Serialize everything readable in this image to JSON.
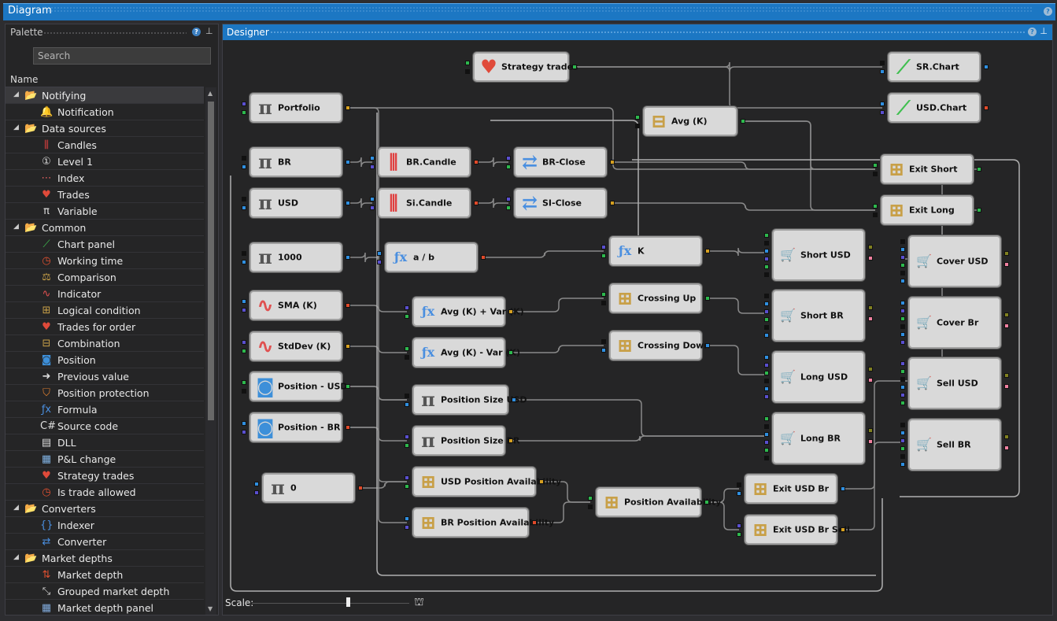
{
  "window": {
    "title": "Diagram"
  },
  "palette": {
    "title": "Palette",
    "search_placeholder": "Search",
    "column_header": "Name",
    "rows": [
      {
        "kind": "cat",
        "label": "Notifying",
        "icon": "folder-icon",
        "sel": true
      },
      {
        "kind": "item",
        "label": "Notification",
        "icon": "bell-icon"
      },
      {
        "kind": "cat",
        "label": "Data sources",
        "icon": "folder-icon"
      },
      {
        "kind": "item",
        "label": "Candles",
        "icon": "candles-icon"
      },
      {
        "kind": "item",
        "label": "Level 1",
        "icon": "level1-icon"
      },
      {
        "kind": "item",
        "label": "Index",
        "icon": "index-icon"
      },
      {
        "kind": "item",
        "label": "Trades",
        "icon": "trades-icon"
      },
      {
        "kind": "item",
        "label": "Variable",
        "icon": "pi-icon"
      },
      {
        "kind": "cat",
        "label": "Common",
        "icon": "folder-icon"
      },
      {
        "kind": "item",
        "label": "Chart panel",
        "icon": "chart-icon"
      },
      {
        "kind": "item",
        "label": "Working time",
        "icon": "clock-icon"
      },
      {
        "kind": "item",
        "label": "Comparison",
        "icon": "comparison-icon"
      },
      {
        "kind": "item",
        "label": "Indicator",
        "icon": "indicator-icon"
      },
      {
        "kind": "item",
        "label": "Logical condition",
        "icon": "logic-icon"
      },
      {
        "kind": "item",
        "label": "Trades for order",
        "icon": "trades-icon"
      },
      {
        "kind": "item",
        "label": "Combination",
        "icon": "combination-icon"
      },
      {
        "kind": "item",
        "label": "Position",
        "icon": "position-icon"
      },
      {
        "kind": "item",
        "label": "Previous value",
        "icon": "back-arrow-icon"
      },
      {
        "kind": "item",
        "label": "Position protection",
        "icon": "shield-icon"
      },
      {
        "kind": "item",
        "label": "Formula",
        "icon": "formula-icon"
      },
      {
        "kind": "item",
        "label": "Source code",
        "icon": "csharp-icon"
      },
      {
        "kind": "item",
        "label": "DLL",
        "icon": "dll-icon"
      },
      {
        "kind": "item",
        "label": "P&L change",
        "icon": "pnl-icon"
      },
      {
        "kind": "item",
        "label": "Strategy trades",
        "icon": "trades-icon"
      },
      {
        "kind": "item",
        "label": "Is trade allowed",
        "icon": "clock-icon"
      },
      {
        "kind": "cat",
        "label": "Converters",
        "icon": "folder-icon"
      },
      {
        "kind": "item",
        "label": "Indexer",
        "icon": "braces-icon"
      },
      {
        "kind": "item",
        "label": "Converter",
        "icon": "converter-icon"
      },
      {
        "kind": "cat",
        "label": "Market depths",
        "icon": "folder-icon"
      },
      {
        "kind": "item",
        "label": "Market depth",
        "icon": "updown-arrows-icon"
      },
      {
        "kind": "item",
        "label": "Grouped market depth",
        "icon": "collapse-icon"
      },
      {
        "kind": "item",
        "label": "Market depth panel",
        "icon": "grid-icon"
      }
    ]
  },
  "designer": {
    "title": "Designer",
    "scale_label": "Scale:",
    "scale_level": 0.6
  },
  "nodes": [
    {
      "id": "strategy-trades",
      "label": "Strategy trades",
      "icon": "trades-icon"
    },
    {
      "id": "sr-chart",
      "label": "SR.Chart",
      "icon": "chart-icon"
    },
    {
      "id": "usd-chart",
      "label": "USD.Chart",
      "icon": "chart-icon"
    },
    {
      "id": "portfolio",
      "label": "Portfolio",
      "icon": "pi-icon"
    },
    {
      "id": "avg-k",
      "label": "Avg (K)",
      "icon": "combination-icon"
    },
    {
      "id": "br",
      "label": "BR",
      "icon": "pi-icon"
    },
    {
      "id": "br-candle",
      "label": "BR.Candle",
      "icon": "candles-icon"
    },
    {
      "id": "br-close",
      "label": "BR-Close",
      "icon": "converter-icon"
    },
    {
      "id": "exit-short",
      "label": "Exit Short",
      "icon": "logic-icon"
    },
    {
      "id": "usd",
      "label": "USD",
      "icon": "pi-icon"
    },
    {
      "id": "si-candle",
      "label": "Si.Candle",
      "icon": "candles-icon"
    },
    {
      "id": "si-close",
      "label": "SI-Close",
      "icon": "converter-icon"
    },
    {
      "id": "exit-long",
      "label": "Exit Long",
      "icon": "logic-icon"
    },
    {
      "id": "n1000",
      "label": "1000",
      "icon": "pi-icon"
    },
    {
      "id": "a-b",
      "label": "a / b",
      "icon": "formula-icon"
    },
    {
      "id": "k",
      "label": "K",
      "icon": "formula-icon"
    },
    {
      "id": "short-usd",
      "label": "Short USD",
      "icon": "cart-icon"
    },
    {
      "id": "cover-usd",
      "label": "Cover USD",
      "icon": "cart-icon"
    },
    {
      "id": "sma-k",
      "label": "SMA (K)",
      "icon": "indicator-icon"
    },
    {
      "id": "avg-plus",
      "label": "Avg (K) + Var (K)",
      "icon": "formula-icon"
    },
    {
      "id": "crossing-up",
      "label": "Crossing Up",
      "icon": "logic-icon"
    },
    {
      "id": "short-br",
      "label": "Short BR",
      "icon": "cart-icon"
    },
    {
      "id": "cover-br",
      "label": "Cover Br",
      "icon": "cart-icon"
    },
    {
      "id": "stddev-k",
      "label": "StdDev (K)",
      "icon": "indicator-icon"
    },
    {
      "id": "avg-minus",
      "label": "Avg (K) - Var (K)",
      "icon": "formula-icon"
    },
    {
      "id": "crossing-down",
      "label": "Crossing Down",
      "icon": "logic-icon"
    },
    {
      "id": "long-usd",
      "label": "Long USD",
      "icon": "cart-icon"
    },
    {
      "id": "sell-usd",
      "label": "Sell USD",
      "icon": "cart-icon"
    },
    {
      "id": "position-usd",
      "label": "Position - USD",
      "icon": "position-icon"
    },
    {
      "id": "pos-size-usd",
      "label": "Position Size USD",
      "icon": "pi-icon"
    },
    {
      "id": "position-br",
      "label": "Position - BR",
      "icon": "position-icon"
    },
    {
      "id": "pos-size-br",
      "label": "Position Size BR",
      "icon": "pi-icon"
    },
    {
      "id": "long-br",
      "label": "Long BR",
      "icon": "cart-icon"
    },
    {
      "id": "sell-br",
      "label": "Sell BR",
      "icon": "cart-icon"
    },
    {
      "id": "zero",
      "label": "0",
      "icon": "pi-icon"
    },
    {
      "id": "usd-pos-avail",
      "label": "USD Position Availability",
      "icon": "logic-icon"
    },
    {
      "id": "pos-avail",
      "label": "Position Availability",
      "icon": "logic-icon"
    },
    {
      "id": "exit-usd-br",
      "label": "Exit USD Br",
      "icon": "logic-icon"
    },
    {
      "id": "br-pos-avail",
      "label": "BR Position Availability",
      "icon": "logic-icon"
    },
    {
      "id": "exit-usd-br-sell",
      "label": "Exit USD Br Sell",
      "icon": "logic-icon"
    }
  ]
}
